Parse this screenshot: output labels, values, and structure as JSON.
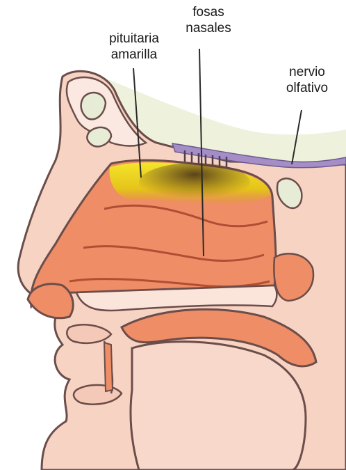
{
  "labels": {
    "pituitaria": {
      "line1": "pituitaria",
      "line2": "amarilla"
    },
    "fosas": {
      "line1": "fosas",
      "line2": "nasales"
    },
    "nervio": {
      "line1": "nervio",
      "line2": "olfativo"
    }
  },
  "colors": {
    "skin": "#f7cfbe",
    "skin_dark": "#eab39e",
    "cavity": "#ec8a63",
    "outline": "#6b4d4a",
    "bone": "#fbe7df",
    "brain": "#e9edd3",
    "yellow": "#f0d81c",
    "nerve": "#9b7fbe"
  }
}
